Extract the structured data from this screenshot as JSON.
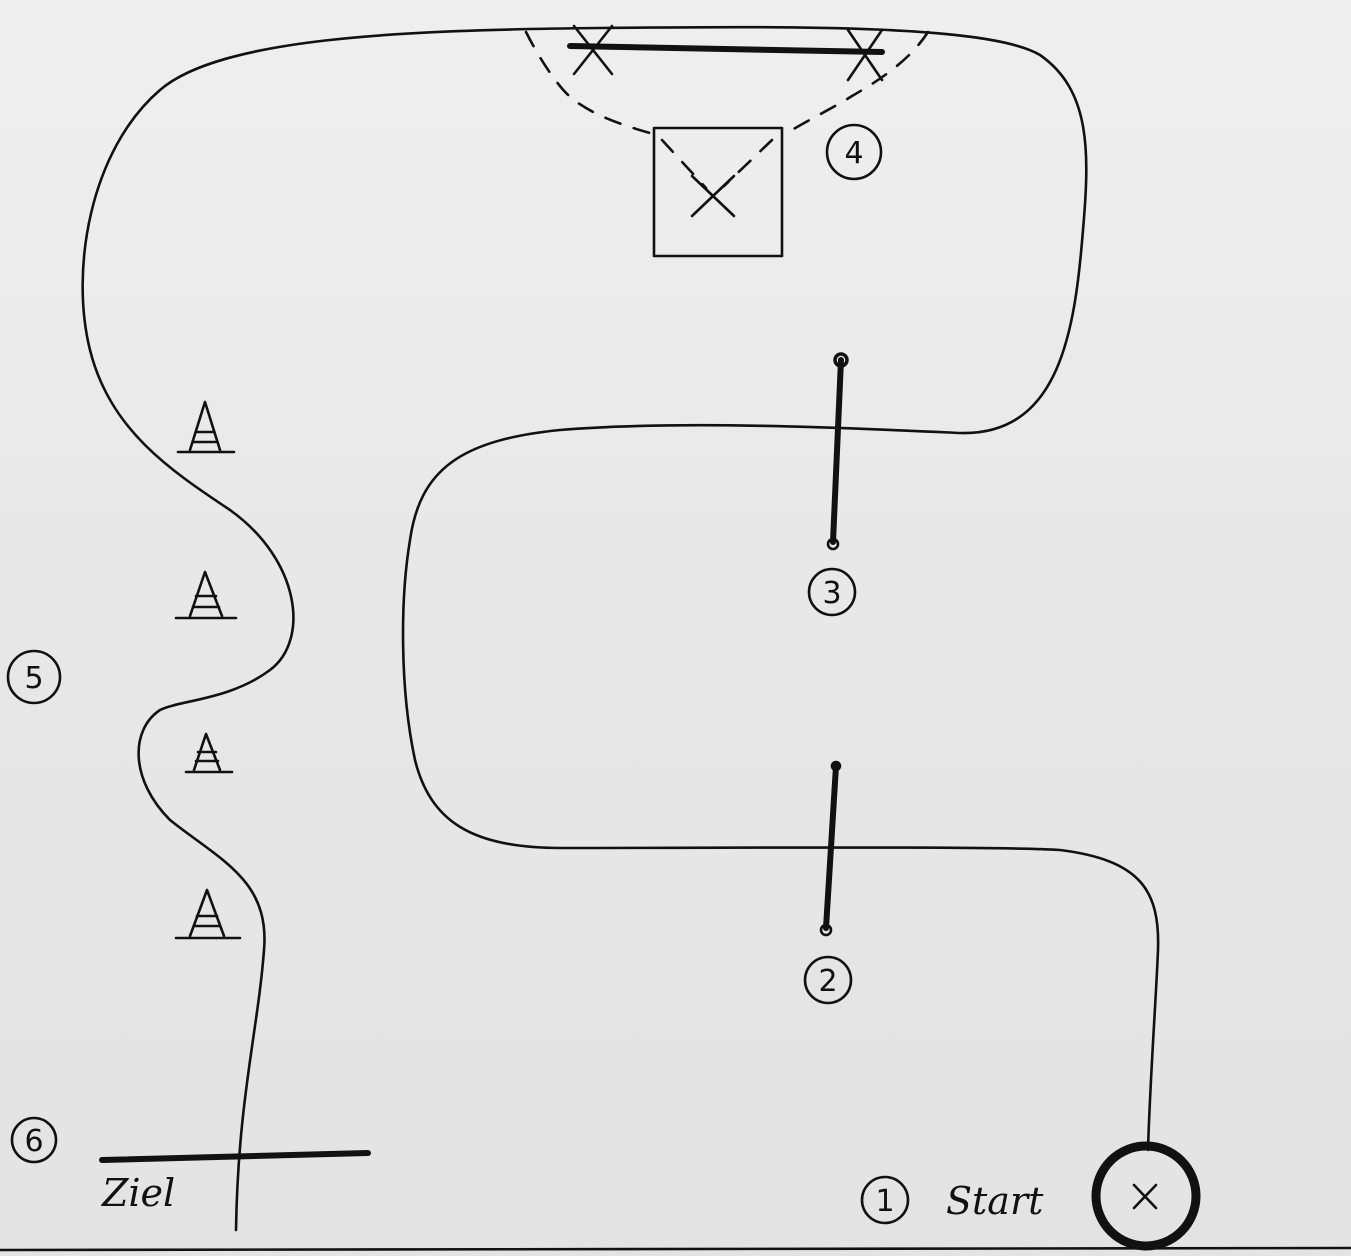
{
  "stations": [
    {
      "number": "1",
      "label": "Start"
    },
    {
      "number": "2"
    },
    {
      "number": "3"
    },
    {
      "number": "4"
    },
    {
      "number": "5"
    },
    {
      "number": "6",
      "label": "Ziel"
    }
  ],
  "colors": {
    "ink": "#111111",
    "paper": "#e9e9e9"
  },
  "icons": [
    "traffic-cone-icon",
    "x-mark-icon",
    "gate-post-icon"
  ]
}
